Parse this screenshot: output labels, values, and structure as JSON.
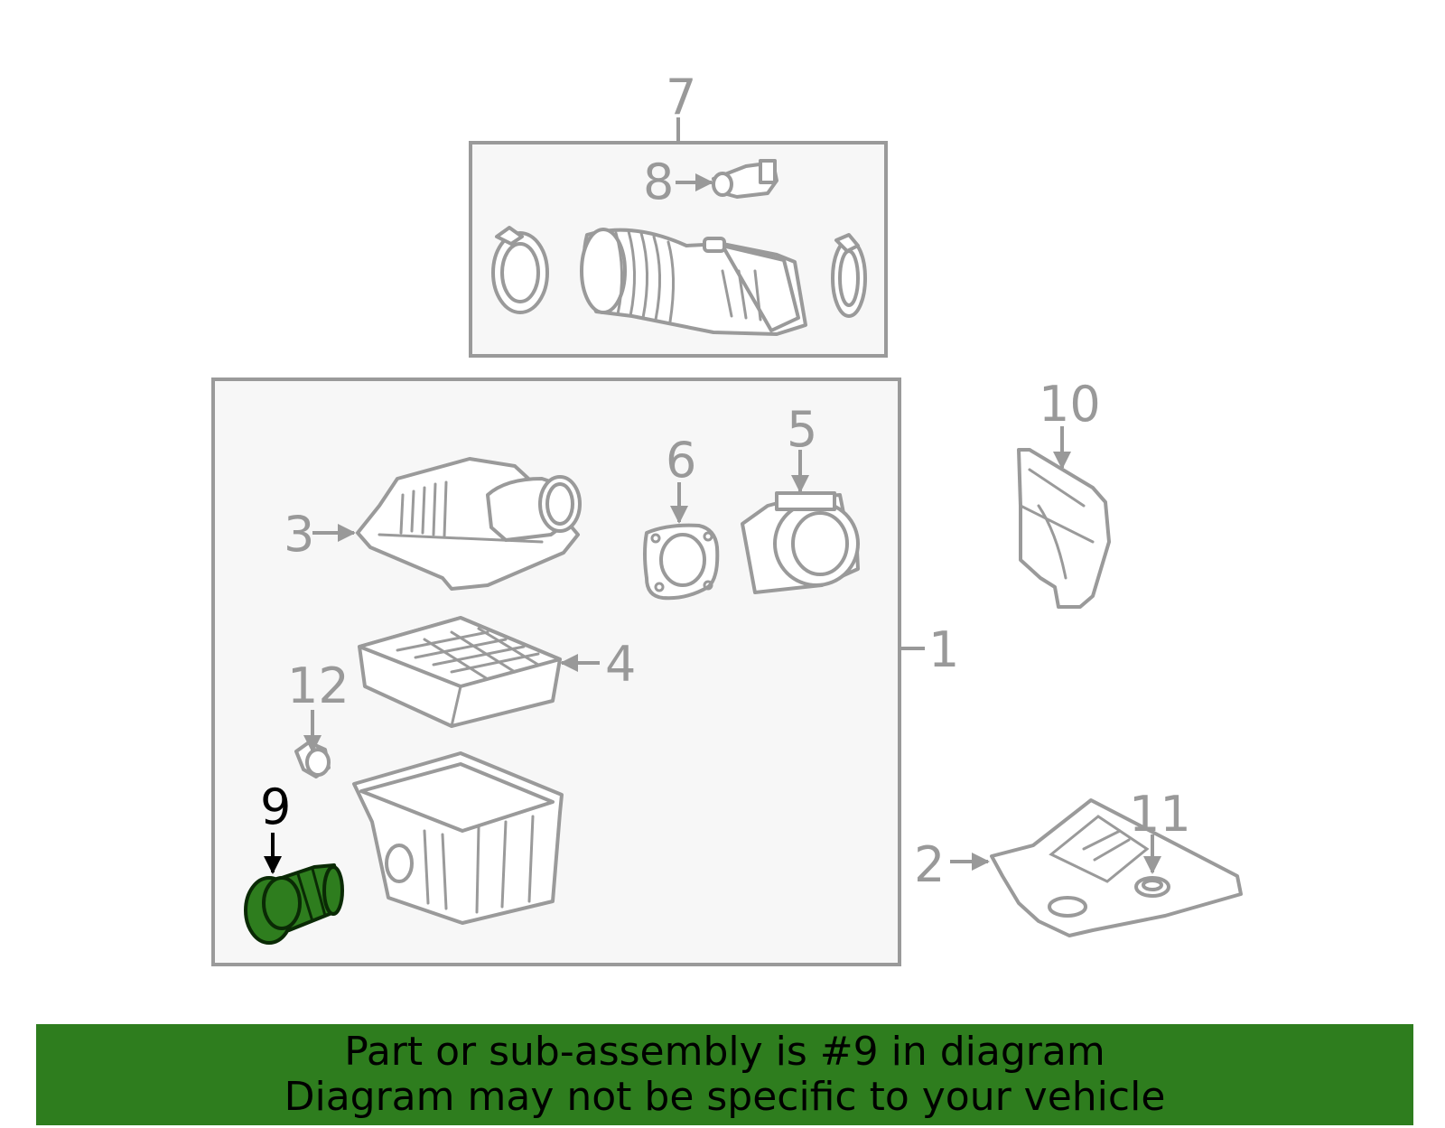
{
  "callouts": {
    "c1": "1",
    "c2": "2",
    "c3": "3",
    "c4": "4",
    "c5": "5",
    "c6": "6",
    "c7": "7",
    "c8": "8",
    "c9": "9",
    "c10": "10",
    "c11": "11",
    "c12": "12"
  },
  "highlighted_part": "9",
  "colors": {
    "highlight": "#2e7d1e",
    "line": "#9a9a9a",
    "box_fill": "#f7f7f7"
  },
  "banner": {
    "line1": "Part or sub-assembly is #9 in diagram",
    "line2": "Diagram may not be specific to your vehicle"
  }
}
